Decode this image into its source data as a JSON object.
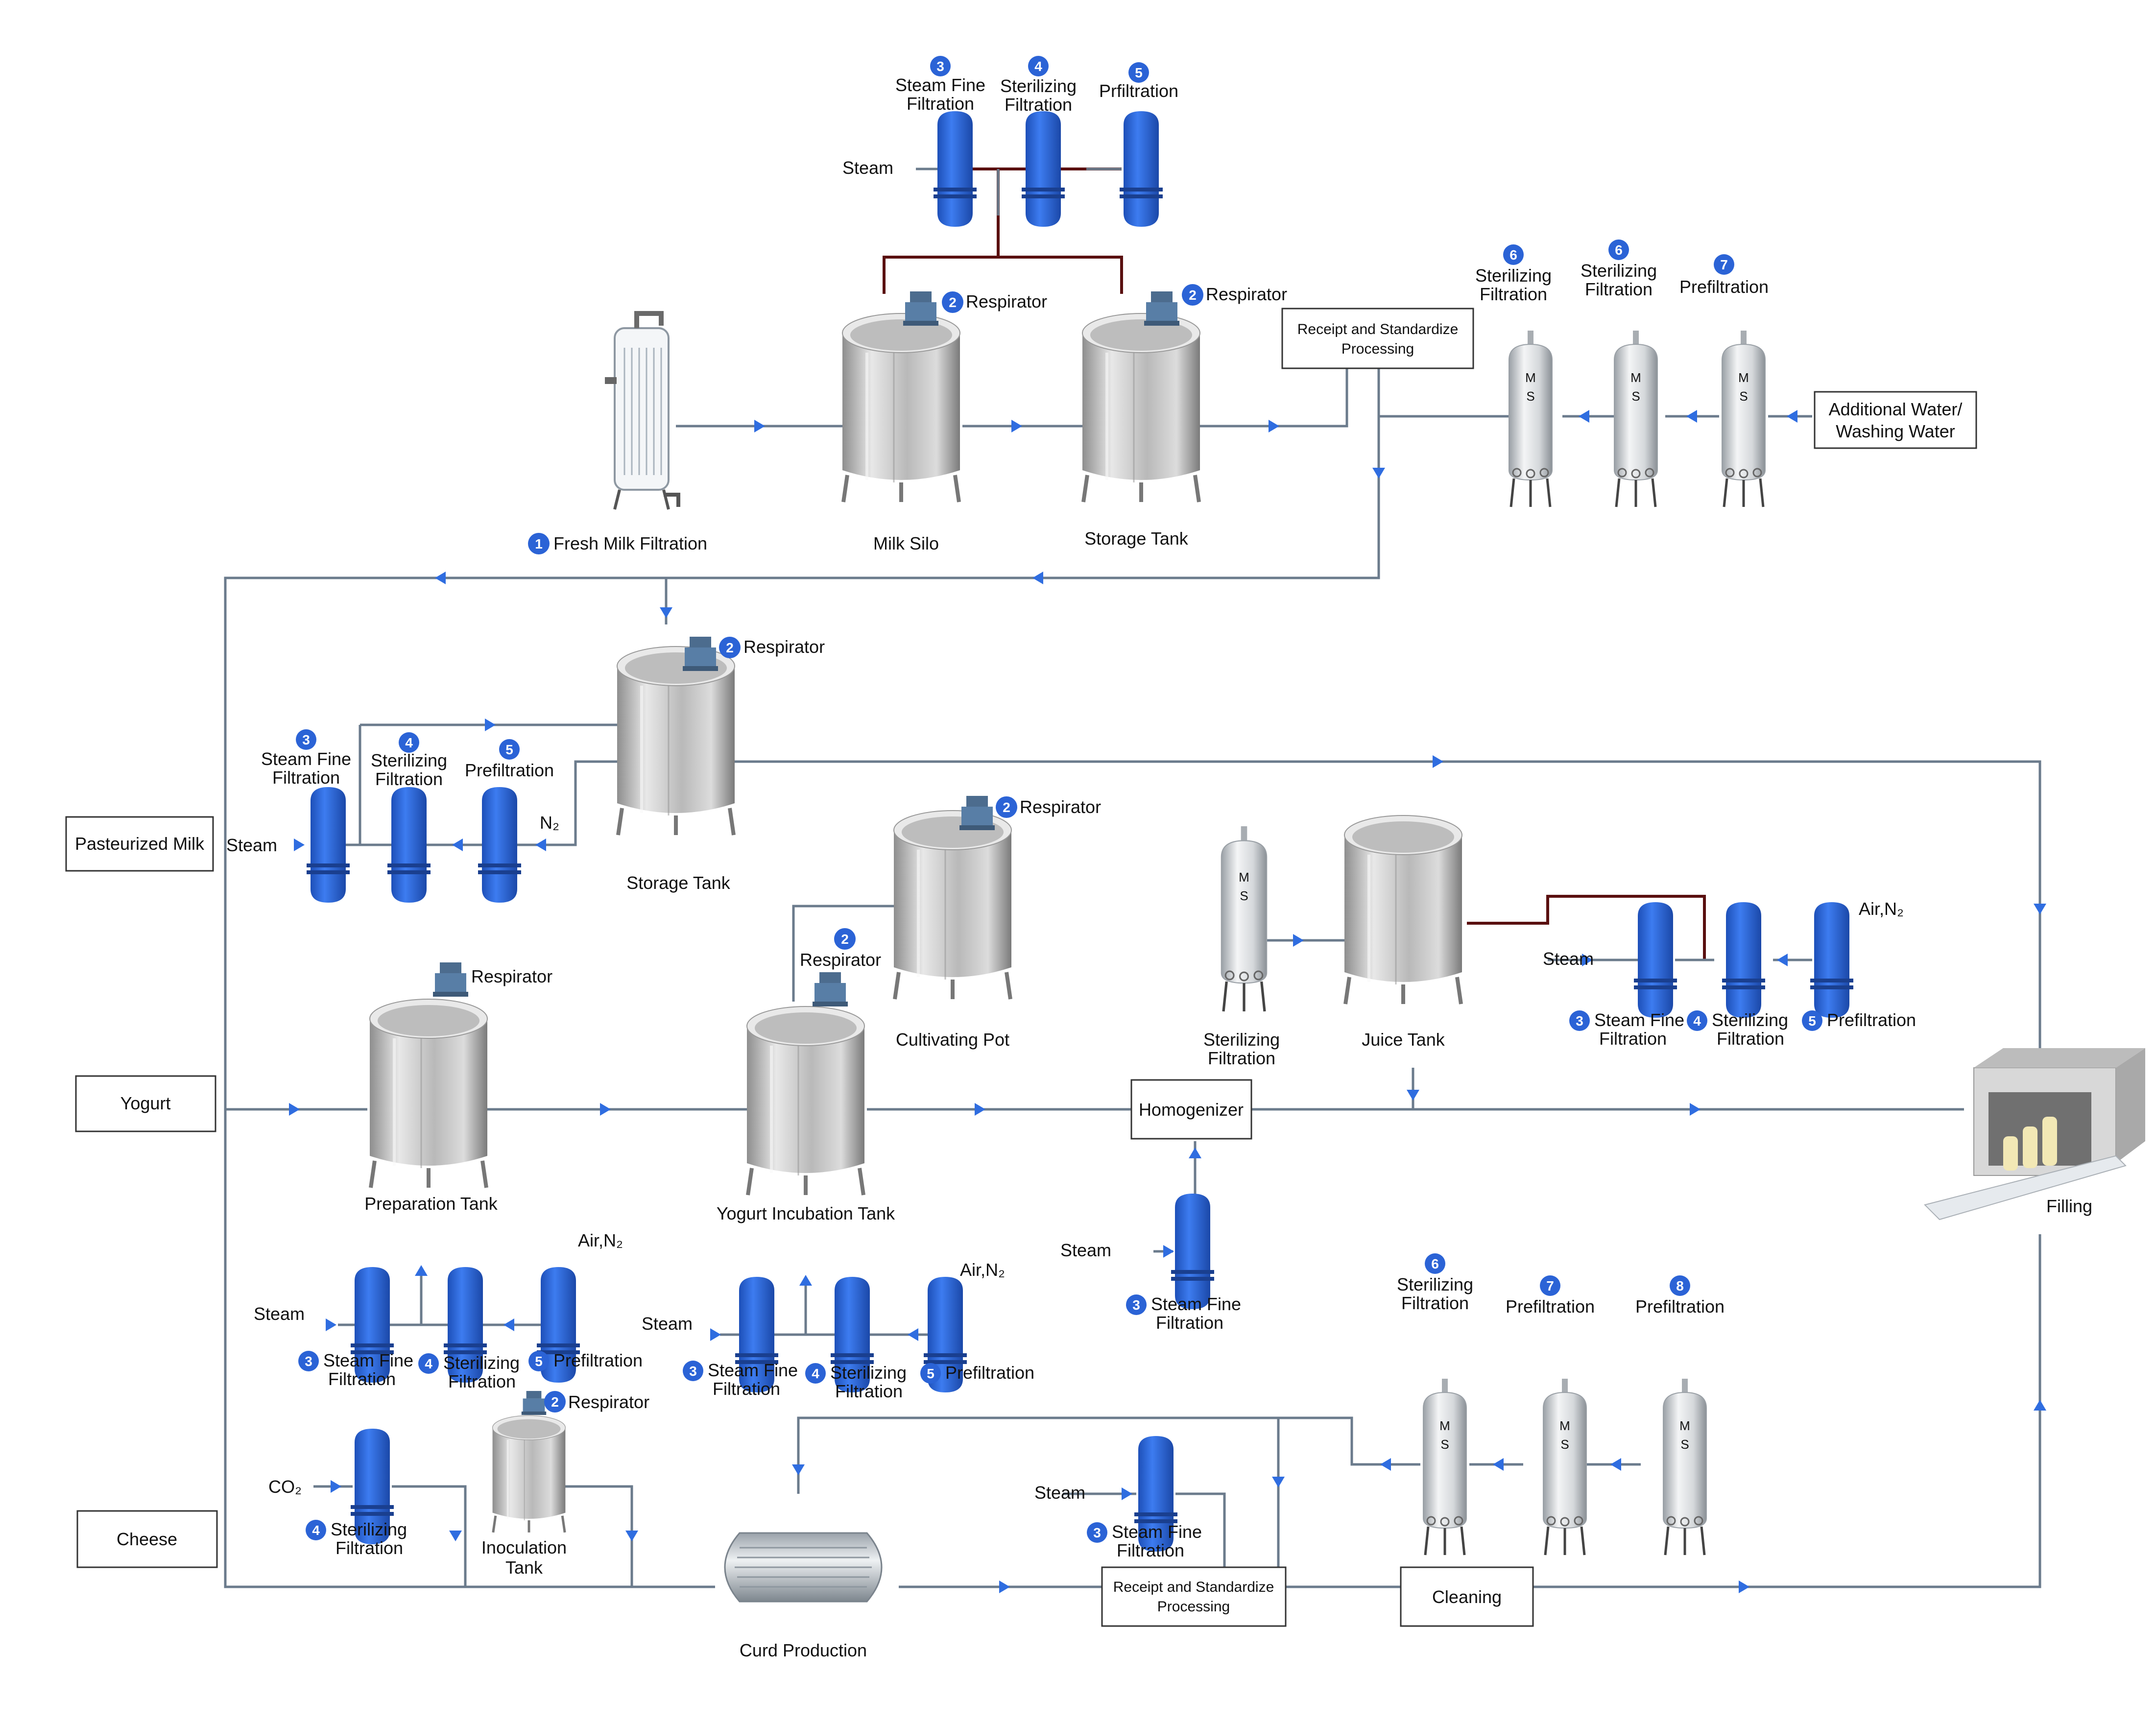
{
  "colors": {
    "pipe": "#6b7b8c",
    "pipe_air": "#5a1010",
    "filter_blue": "#2b63d6",
    "arrow_blue": "#2f6de0",
    "tank_gray": "#c8c8c8",
    "badge_blue": "#2b63d6"
  },
  "sections": {
    "pasteurized": "Pasteurized Milk",
    "yogurt": "Yogurt",
    "cheese": "Cheese"
  },
  "boxes": {
    "receipt_top": [
      "Receipt and Standardize",
      "Processing"
    ],
    "receipt_bottom": [
      "Receipt and Standardize",
      "Processing"
    ],
    "additional_water": [
      "Additional Water/",
      "Washing Water"
    ],
    "homogenizer": "Homogenizer",
    "cleaning": "Cleaning"
  },
  "equipment": {
    "fresh_milk_filtration": {
      "num": "1",
      "label": "Fresh Milk Filtration"
    },
    "milk_silo": "Milk Silo",
    "storage_tank_top": "Storage Tank",
    "storage_tank_mid": "Storage Tank",
    "cultivating_pot": "Cultivating Pot",
    "juice_tank": "Juice Tank",
    "preparation_tank": "Preparation Tank",
    "yogurt_incubation_tank": "Yogurt Incubation Tank",
    "inoculation_tank": [
      "Inoculation",
      "Tank"
    ],
    "curd_production": "Curd Production",
    "filling": "Filling"
  },
  "respirators": {
    "silo": {
      "num": "2",
      "label": "Respirator"
    },
    "storage_top": {
      "num": "2",
      "label": "Respirator"
    },
    "storage_mid": {
      "num": "2",
      "label": "Respirator"
    },
    "cultivating": {
      "num": "2",
      "label": "Respirator"
    },
    "incubation": {
      "num": "2",
      "label": "Respirator"
    },
    "preparation": {
      "label": "Respirator"
    },
    "inoculation": {
      "num": "2",
      "label": "Respirator"
    }
  },
  "filters": {
    "top_steam": {
      "num": "3",
      "lines": [
        "Steam Fine",
        "Filtration"
      ]
    },
    "top_sterilizing": {
      "num": "4",
      "lines": [
        "Sterilizing",
        "Filtration"
      ]
    },
    "top_prfiltration": {
      "num": "5",
      "lines": [
        "Prfiltration"
      ]
    },
    "water_ster1": {
      "num": "6",
      "lines": [
        "Sterilizing",
        "Filtration"
      ]
    },
    "water_ster2": {
      "num": "6",
      "lines": [
        "Sterilizing",
        "Filtration"
      ]
    },
    "water_pre": {
      "num": "7",
      "lines": [
        "Prefiltration"
      ]
    },
    "past_steam": {
      "num": "3",
      "lines": [
        "Steam Fine",
        "Filtration"
      ]
    },
    "past_ster": {
      "num": "4",
      "lines": [
        "Sterilizing",
        "Filtration"
      ]
    },
    "past_pre": {
      "num": "5",
      "lines": [
        "Prefiltration"
      ]
    },
    "juice_ster": {
      "lines": [
        "Sterilizing",
        "Filtration"
      ]
    },
    "juice_steam": {
      "num": "3",
      "lines": [
        "Steam Fine",
        "Filtration"
      ]
    },
    "juice_ster2": {
      "num": "4",
      "lines": [
        "Sterilizing",
        "Filtration"
      ]
    },
    "juice_pre": {
      "num": "5",
      "lines": [
        "Prefiltration"
      ]
    },
    "prep_steam": {
      "num": "3",
      "lines": [
        "Steam Fine",
        "Filtration"
      ]
    },
    "prep_ster": {
      "num": "4",
      "lines": [
        "Sterilizing",
        "Filtration"
      ]
    },
    "prep_pre": {
      "num": "5",
      "lines": [
        "Prefiltration"
      ]
    },
    "inc_steam": {
      "num": "3",
      "lines": [
        "Steam Fine",
        "Filtration"
      ]
    },
    "inc_ster": {
      "num": "4",
      "lines": [
        "Sterilizing",
        "Filtration"
      ]
    },
    "inc_pre": {
      "num": "5",
      "lines": [
        "Prefiltration"
      ]
    },
    "homog_steam": {
      "num": "3",
      "lines": [
        "Steam Fine",
        "Filtration"
      ]
    },
    "co2_ster": {
      "num": "4",
      "lines": [
        "Sterilizing",
        "Filtration"
      ]
    },
    "cheese_steam": {
      "num": "3",
      "lines": [
        "Steam Fine",
        "Filtration"
      ]
    },
    "cheese_ster": {
      "num": "6",
      "lines": [
        "Sterilizing",
        "Filtration"
      ]
    },
    "cheese_pre7": {
      "num": "7",
      "lines": [
        "Prefiltration"
      ]
    },
    "cheese_pre8": {
      "num": "8",
      "lines": [
        "Prefiltration"
      ]
    }
  },
  "inputs": {
    "steam": "Steam",
    "n2": "N₂",
    "air_n2": "Air,N₂",
    "co2": "CO₂"
  },
  "ms_mark": [
    "M",
    "S"
  ]
}
